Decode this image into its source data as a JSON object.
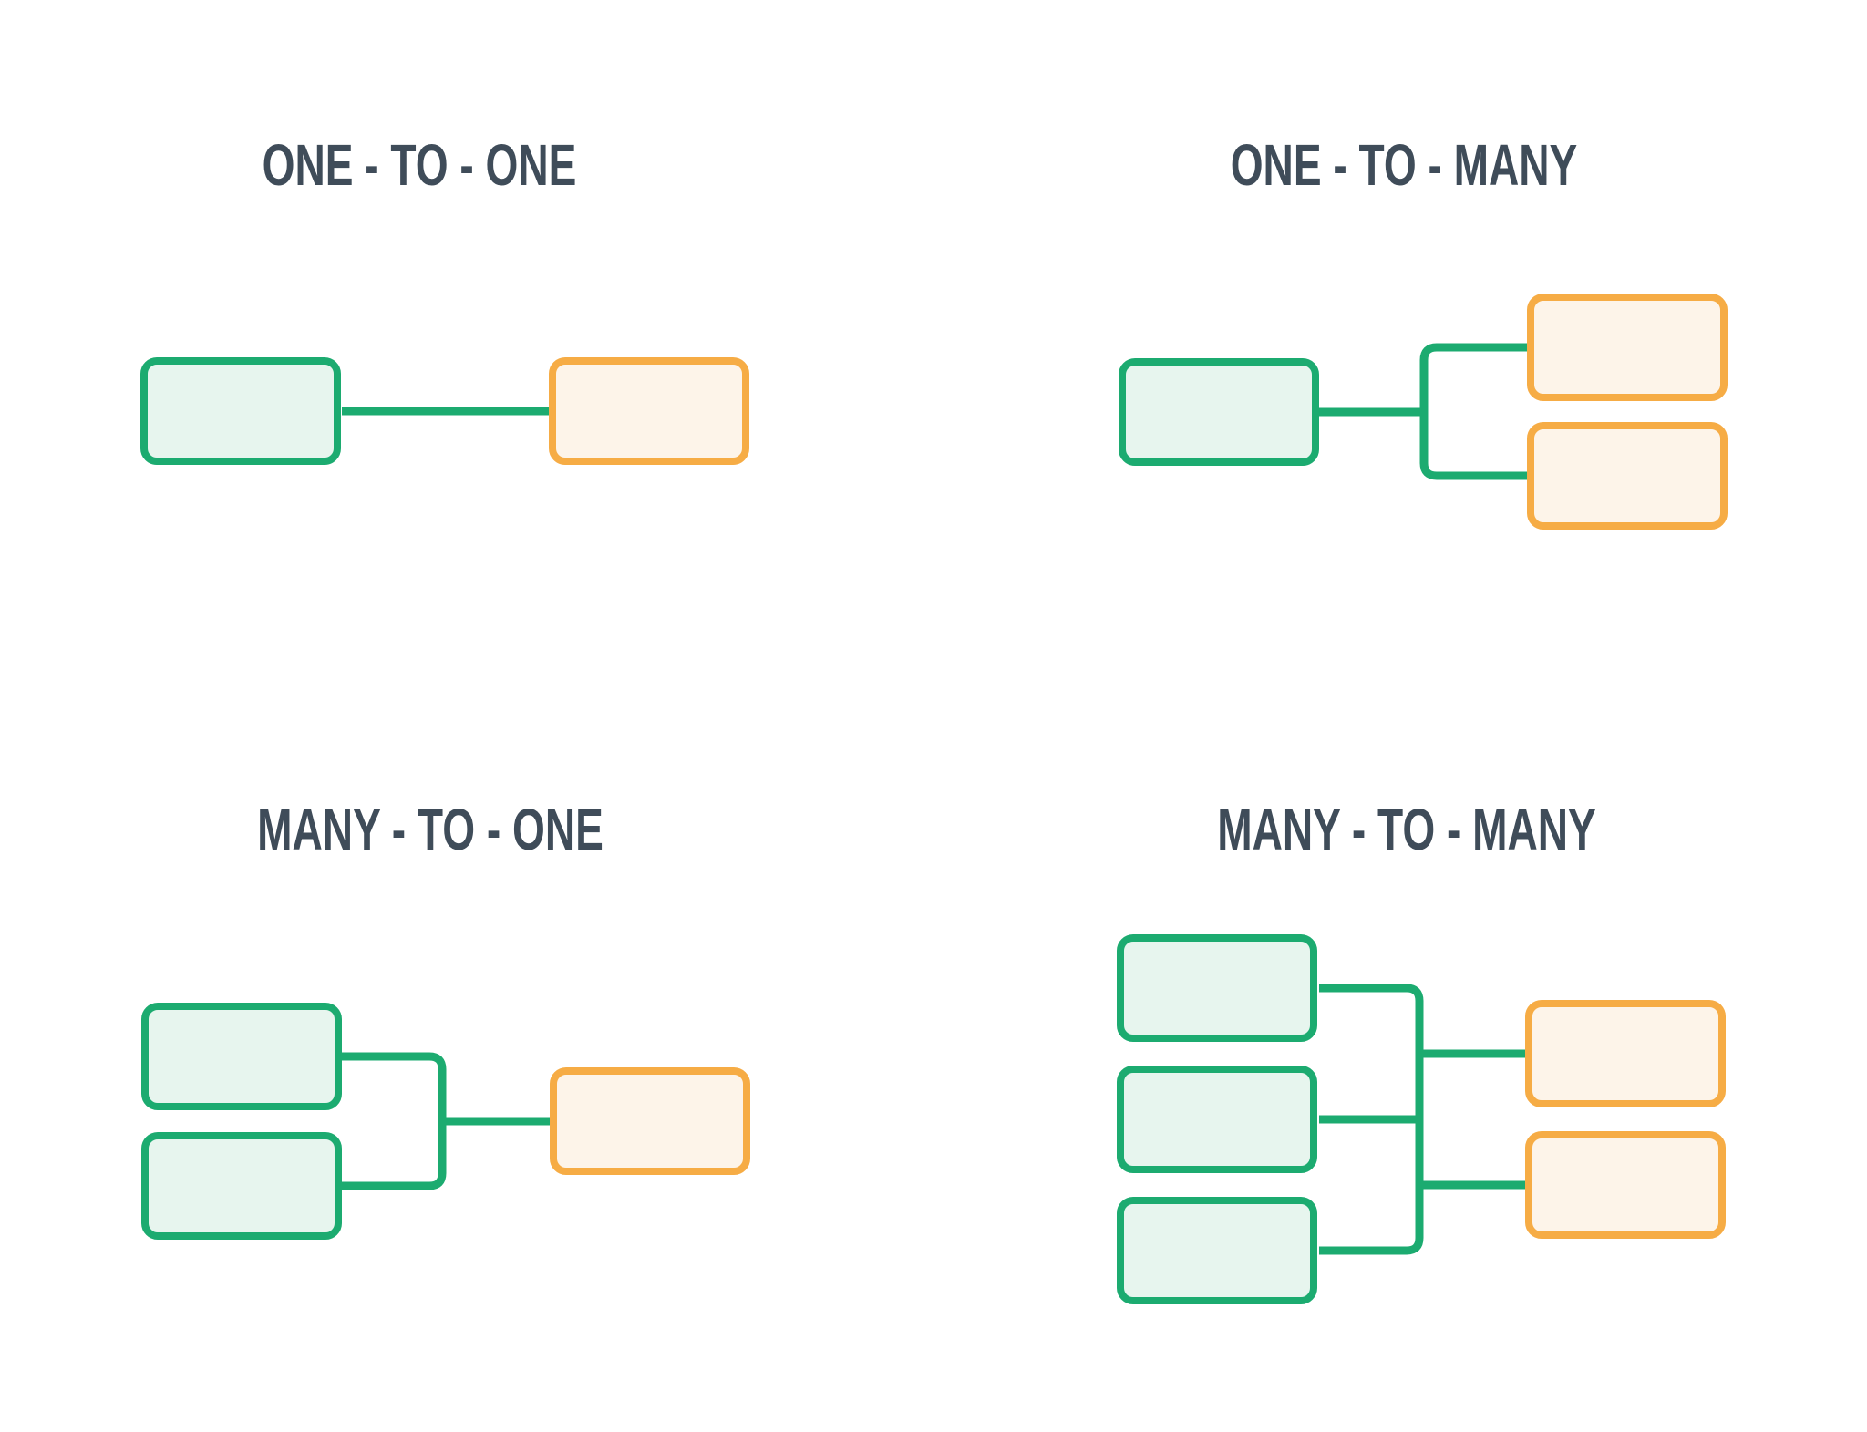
{
  "palette": {
    "background": "#ffffff",
    "title_color": "#3f4c59",
    "green_stroke": "#1cab70",
    "green_fill": "#e7f5ee",
    "orange_stroke": "#f6ac45",
    "orange_fill": "#fdf4e9"
  },
  "diagrams": [
    {
      "id": "one-to-one",
      "title": "ONE - TO - ONE",
      "left_entities": 1,
      "right_entities": 1
    },
    {
      "id": "one-to-many",
      "title": "ONE - TO - MANY",
      "left_entities": 1,
      "right_entities": 2
    },
    {
      "id": "many-to-one",
      "title": "MANY - TO - ONE",
      "left_entities": 2,
      "right_entities": 1
    },
    {
      "id": "many-to-many",
      "title": "MANY - TO - MANY",
      "left_entities": 3,
      "right_entities": 2
    }
  ]
}
